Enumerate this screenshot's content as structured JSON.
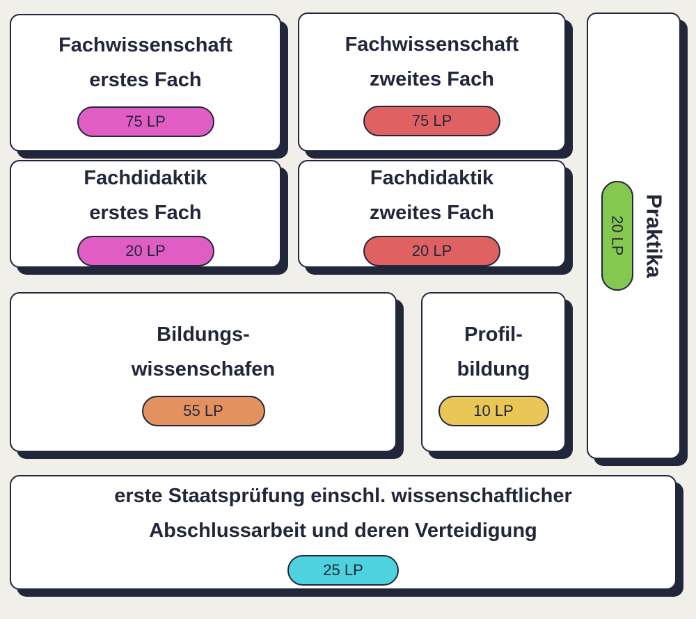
{
  "theme": {
    "background": "#f1efe9",
    "card_background": "#ffffff",
    "ink": "#22263a",
    "shadow": "#22263a"
  },
  "colors": {
    "magenta": "#e05ec4",
    "coral": "#e06161",
    "green": "#84c84f",
    "orange": "#e2915f",
    "yellow": "#e9c656",
    "cyan": "#4ed2de"
  },
  "cards": {
    "fw1": {
      "line1": "Fachwissenschaft",
      "line2": "erstes Fach",
      "badge": "75 LP"
    },
    "fw2": {
      "line1": "Fachwissenschaft",
      "line2": "zweites Fach",
      "badge": "75 LP"
    },
    "fd1": {
      "line1": "Fachdidaktik",
      "line2": "erstes Fach",
      "badge": "20 LP"
    },
    "fd2": {
      "line1": "Fachdidaktik",
      "line2": "zweites Fach",
      "badge": "20 LP"
    },
    "praktika": {
      "title": "Praktika",
      "badge": "20 LP"
    },
    "bw": {
      "line1": "Bildungs-",
      "line2": "wissenschafen",
      "badge": "55 LP"
    },
    "profil": {
      "line1": "Profil-",
      "line2": "bildung",
      "badge": "10 LP"
    },
    "staats": {
      "line1": "erste Staatsprüfung einschl. wissenschaftlicher",
      "line2": "Abschlussarbeit und deren Verteidigung",
      "badge": "25 LP"
    }
  }
}
